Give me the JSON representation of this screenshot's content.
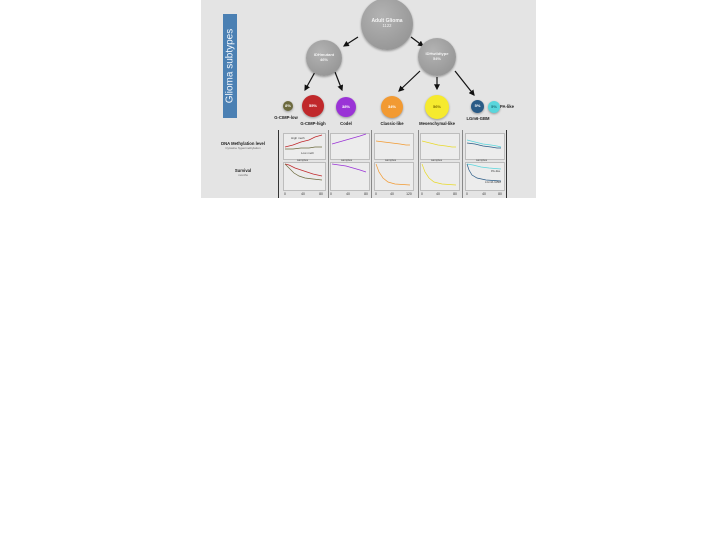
{
  "sidebar": {
    "title": "Glioma subtypes"
  },
  "root": {
    "name": "Adult Glioma",
    "count": "1122"
  },
  "idh_mutant": {
    "name": "IDHmutant",
    "pct": "46%"
  },
  "idh_wildtype": {
    "name": "IDHwildtype",
    "pct": "54%"
  },
  "subtypes": [
    {
      "name": "G-CIMP-low",
      "pct": "8%",
      "color": "#6c6a3e"
    },
    {
      "name": "G-CIMP-high",
      "pct": "55%",
      "color": "#c0282b"
    },
    {
      "name": "Codel",
      "pct": "38%",
      "color": "#9a33d6"
    },
    {
      "name": "Classic-like",
      "pct": "34%",
      "color": "#f29a32"
    },
    {
      "name": "Mesenchymal-like",
      "pct": "56%",
      "color": "#f6ea2e"
    },
    {
      "name": "LGm6-GBM",
      "pct": "5%",
      "color": "#2a5b86"
    },
    {
      "name": "PA-like",
      "pct": "5%",
      "color": "#59d6dc"
    }
  ],
  "rows": {
    "methylation": {
      "title": "DNA Methylation level",
      "subtitle": "Cytosine hypermethylation"
    },
    "survival": {
      "title": "Survival",
      "subtitle": "months"
    }
  },
  "notes": {
    "high_meth": "High meth",
    "low_meth": "Low meth",
    "samples": "samples",
    "pa_like": "PA-like",
    "lgm6": "LGm6-GBM"
  },
  "axis_ticks": [
    [
      "0",
      "40",
      "80"
    ],
    [
      "0",
      "40",
      "80"
    ],
    [
      "0",
      "40",
      "120"
    ],
    [
      "0",
      "40",
      "80"
    ],
    [
      "0",
      "40",
      "80"
    ]
  ]
}
